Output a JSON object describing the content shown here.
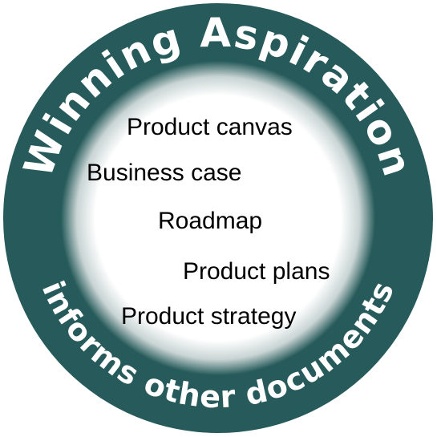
{
  "diagram": {
    "top_arc_text": "Winning Aspiration",
    "bottom_arc_text": "informs other documents",
    "items": [
      "Product canvas",
      "Business case",
      "Roadmap",
      "Product plans",
      "Product strategy"
    ]
  },
  "colors": {
    "ring": "#275b5b",
    "ring_text": "#ffffff",
    "center_fill": "#ffffff",
    "item_text": "#000000"
  }
}
